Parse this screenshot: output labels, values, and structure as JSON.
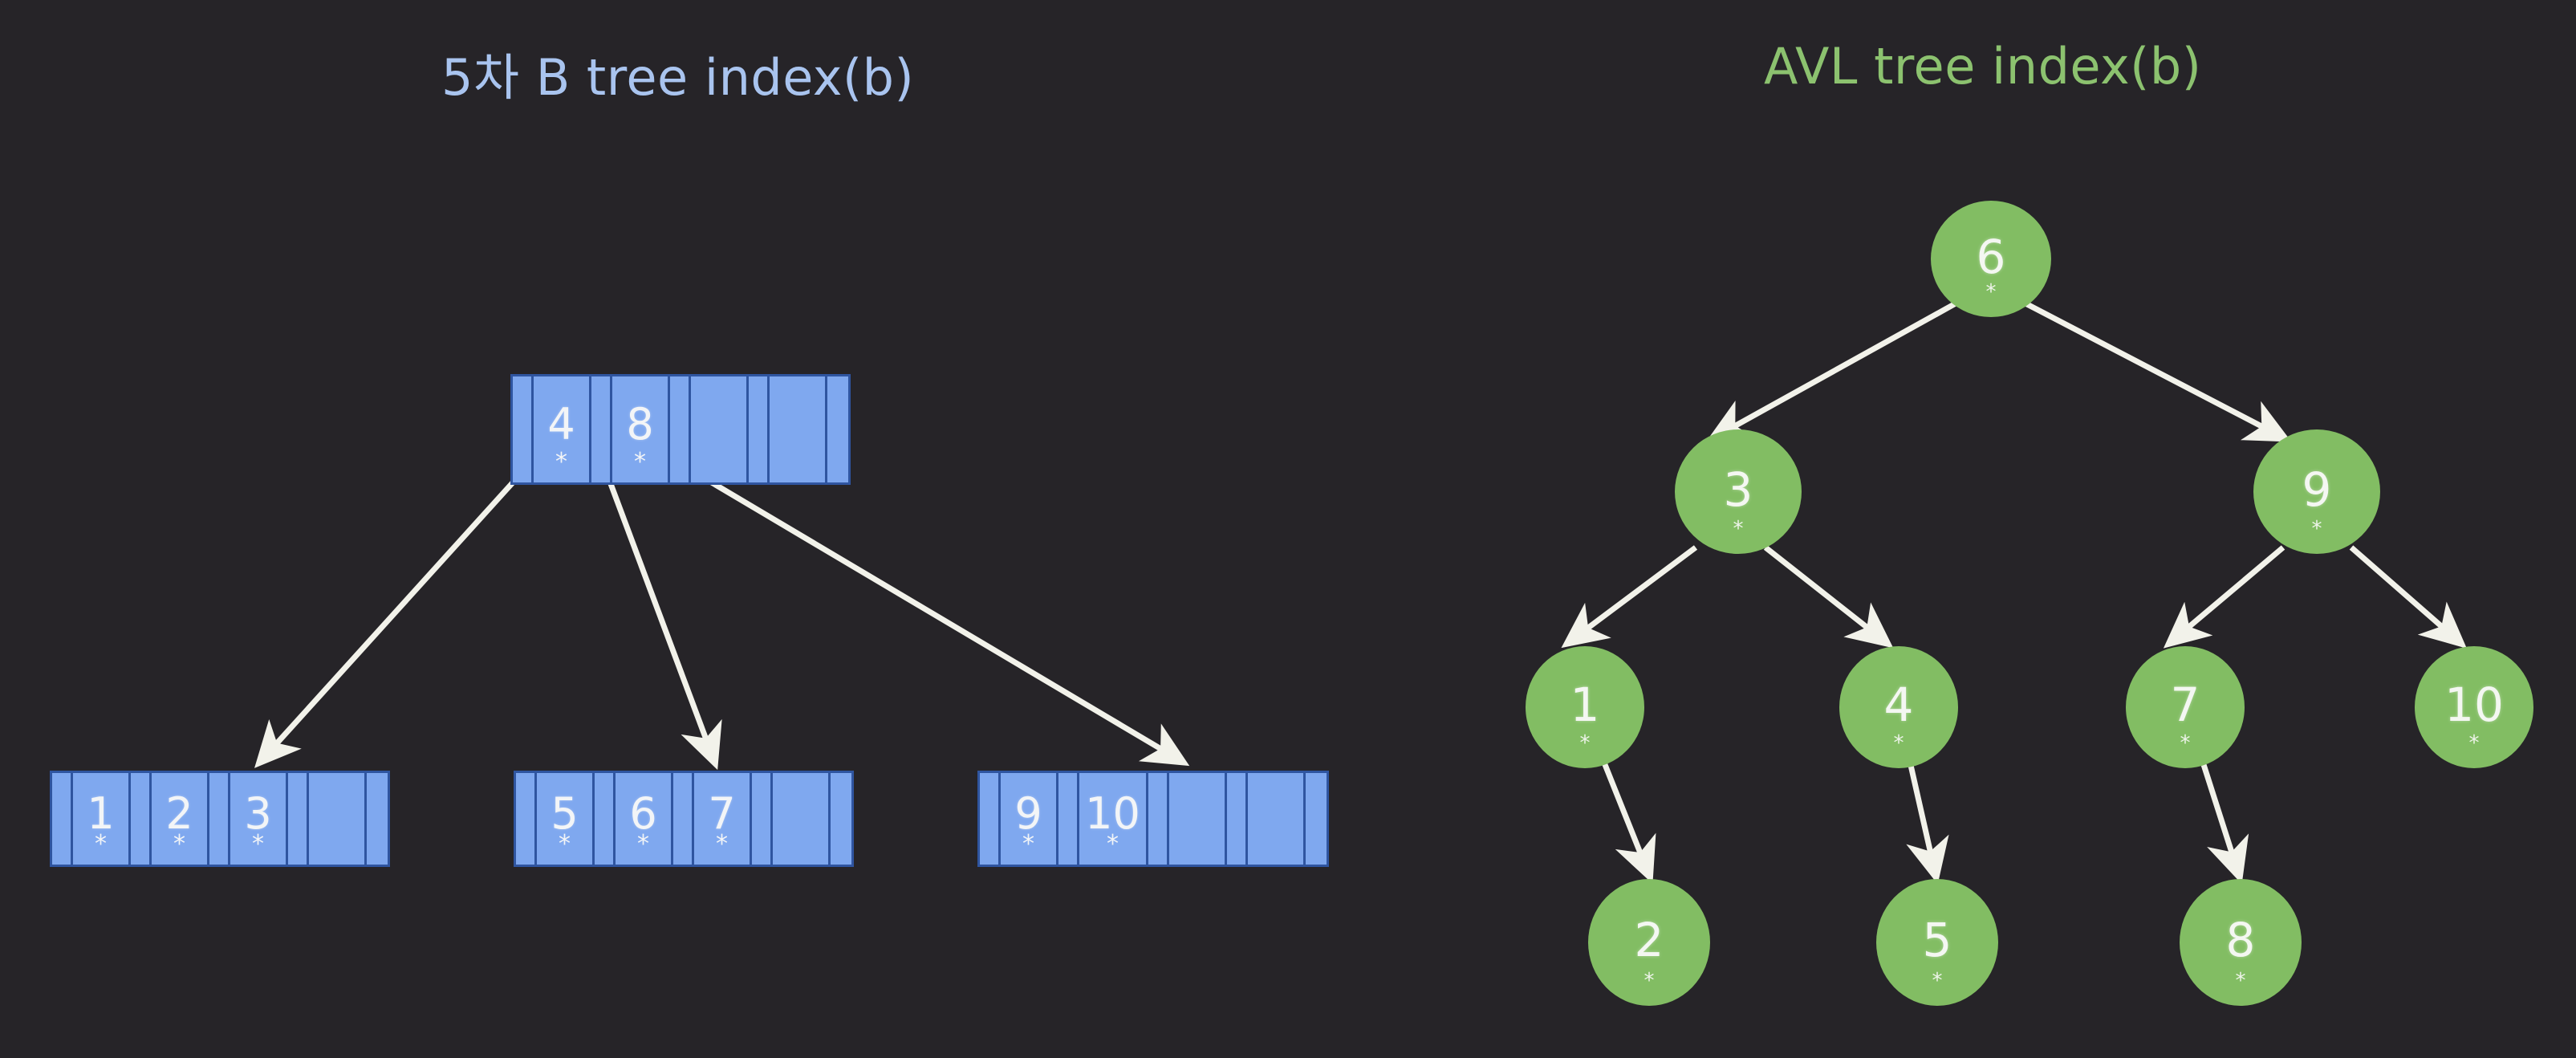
{
  "background_color": "#262428",
  "panels": {
    "btree": {
      "title": "5차 B tree index(b)",
      "title_color": "#a9c4ef",
      "node_fill": "#7fa8ef",
      "node_border": "#2f55a0",
      "root": {
        "name": "btree-root-node",
        "keys": [
          "4",
          "8"
        ],
        "key_suffix": "*",
        "empty_slots": 2,
        "pointer_slots": 5
      },
      "leaves": [
        {
          "name": "btree-leaf-node-1",
          "keys": [
            "1",
            "2",
            "3"
          ],
          "key_suffix": "*",
          "empty_slots": 1,
          "pointer_slots": 5
        },
        {
          "name": "btree-leaf-node-2",
          "keys": [
            "5",
            "6",
            "7"
          ],
          "key_suffix": "*",
          "empty_slots": 1,
          "pointer_slots": 5
        },
        {
          "name": "btree-leaf-node-3",
          "keys": [
            "9",
            "10"
          ],
          "key_suffix": "*",
          "empty_slots": 2,
          "pointer_slots": 5
        }
      ]
    },
    "avl": {
      "title": "AVL tree index(b)",
      "title_color": "#8cc26f",
      "node_fill": "#82bd63",
      "key_suffix": "*",
      "nodes": [
        {
          "id": "n6",
          "label": "6",
          "level": 0
        },
        {
          "id": "n3",
          "label": "3",
          "level": 1
        },
        {
          "id": "n9",
          "label": "9",
          "level": 1
        },
        {
          "id": "n1",
          "label": "1",
          "level": 2
        },
        {
          "id": "n4",
          "label": "4",
          "level": 2
        },
        {
          "id": "n7",
          "label": "7",
          "level": 2
        },
        {
          "id": "n10",
          "label": "10",
          "level": 2
        },
        {
          "id": "n2",
          "label": "2",
          "level": 3
        },
        {
          "id": "n5",
          "label": "5",
          "level": 3
        },
        {
          "id": "n8",
          "label": "8",
          "level": 3
        }
      ],
      "edges": [
        {
          "from": "n6",
          "to": "n3"
        },
        {
          "from": "n6",
          "to": "n9"
        },
        {
          "from": "n3",
          "to": "n1"
        },
        {
          "from": "n3",
          "to": "n4"
        },
        {
          "from": "n9",
          "to": "n7"
        },
        {
          "from": "n9",
          "to": "n10"
        },
        {
          "from": "n1",
          "to": "n2"
        },
        {
          "from": "n4",
          "to": "n5"
        },
        {
          "from": "n7",
          "to": "n8"
        }
      ]
    }
  },
  "arrow_color": "#f2f2ea"
}
